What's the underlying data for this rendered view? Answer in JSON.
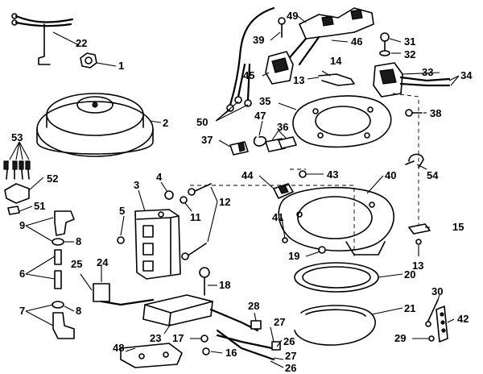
{
  "labels": {
    "l1": "1",
    "l2": "2",
    "l3": "3",
    "l4": "4",
    "l5": "5",
    "l6": "6",
    "l7": "7",
    "l8a": "8",
    "l8b": "8",
    "l9": "9",
    "l11": "11",
    "l12": "12",
    "l13a": "13",
    "l13b": "13",
    "l14": "14",
    "l15": "15",
    "l16": "16",
    "l17": "17",
    "l18": "18",
    "l19": "19",
    "l20": "20",
    "l21": "21",
    "l22": "22",
    "l23": "23",
    "l24": "24",
    "l25": "25",
    "l26a": "26",
    "l26b": "26",
    "l27a": "27",
    "l27b": "27",
    "l28": "28",
    "l29": "29",
    "l30": "30",
    "l31": "31",
    "l32": "32",
    "l33": "33",
    "l34": "34",
    "l35": "35",
    "l36": "36",
    "l37": "37",
    "l38": "38",
    "l39": "39",
    "l40": "40",
    "l41": "41",
    "l42": "42",
    "l43": "43",
    "l44": "44",
    "l45": "45",
    "l46": "46",
    "l47": "47",
    "l48": "48",
    "l49": "49",
    "l50": "50",
    "l51": "51",
    "l52": "52",
    "l53": "53",
    "l54": "54"
  }
}
